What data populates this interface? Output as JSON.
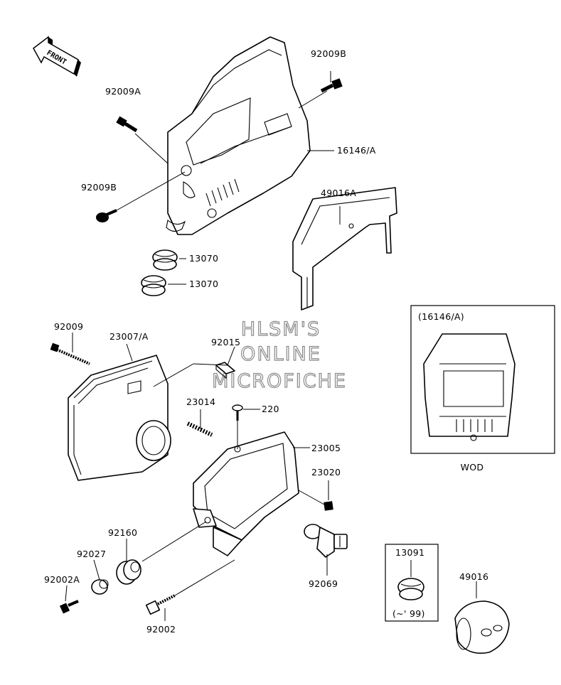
{
  "front_arrow": {
    "text": "FRONT"
  },
  "watermark": {
    "line1": "HLSM'S",
    "line2": "ONLINE",
    "line3": "MICROFICHE"
  },
  "labels": {
    "p92009B_top": "92009B",
    "p92009A": "92009A",
    "p16146A": "16146/A",
    "p92009B_left": "92009B",
    "p49016A": "49016A",
    "p13070_a": "13070",
    "p13070_b": "13070",
    "p92009": "92009",
    "p23007A": "23007/A",
    "p92015": "92015",
    "p23014": "23014",
    "p220": "220",
    "p23005": "23005",
    "p23020": "23020",
    "p92160": "92160",
    "p92027": "92027",
    "p92002A": "92002A",
    "p92002": "92002",
    "p92069": "92069",
    "p13091": "13091",
    "p49016": "49016"
  },
  "inset_wod": {
    "header": "(16146/A)",
    "caption": "WOD"
  },
  "inset_13091": {
    "caption": "(~' 99)"
  }
}
